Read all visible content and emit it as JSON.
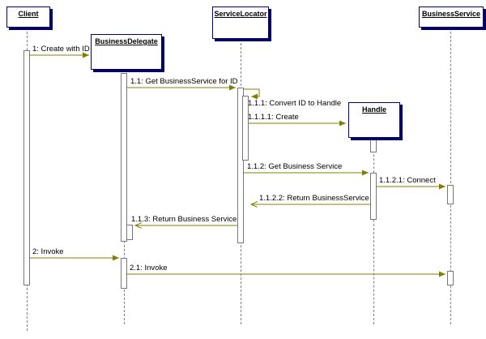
{
  "objects": [
    {
      "id": "client",
      "label": "Client"
    },
    {
      "id": "business-delegate",
      "label": "BusinessDelegate"
    },
    {
      "id": "service-locator",
      "label": "ServiceLocator"
    },
    {
      "id": "handle",
      "label": "Handle"
    },
    {
      "id": "business-service",
      "label": "BusinessService"
    }
  ],
  "messages": [
    {
      "id": "m1",
      "label": "1: Create with ID",
      "type": "call"
    },
    {
      "id": "m1-1",
      "label": "1.1: Get BusinessService for ID",
      "type": "call"
    },
    {
      "id": "m1-1-1",
      "label": "1.1.1: Convert ID to Handle",
      "type": "self-call"
    },
    {
      "id": "m1-1-1-1",
      "label": "1.1.1.1: Create",
      "type": "call"
    },
    {
      "id": "m1-1-2",
      "label": "1.1.2: Get Business Service",
      "type": "call"
    },
    {
      "id": "m1-1-2-1",
      "label": "1.1.2.1: Connect",
      "type": "call"
    },
    {
      "id": "m1-1-2-2",
      "label": "1.1.2.2: Return BusinessService",
      "type": "return"
    },
    {
      "id": "m1-1-3",
      "label": "1.1.3: Return Business Service",
      "type": "return"
    },
    {
      "id": "m2",
      "label": "2: Invoke",
      "type": "call"
    },
    {
      "id": "m2-1",
      "label": "2.1: Invoke",
      "type": "call"
    }
  ],
  "colors": {
    "box_border": "#000080",
    "box_shadow": "#000066",
    "message_line": "#808000",
    "lifeline": "#808080",
    "activation_border": "#777777",
    "text": "#000000"
  }
}
